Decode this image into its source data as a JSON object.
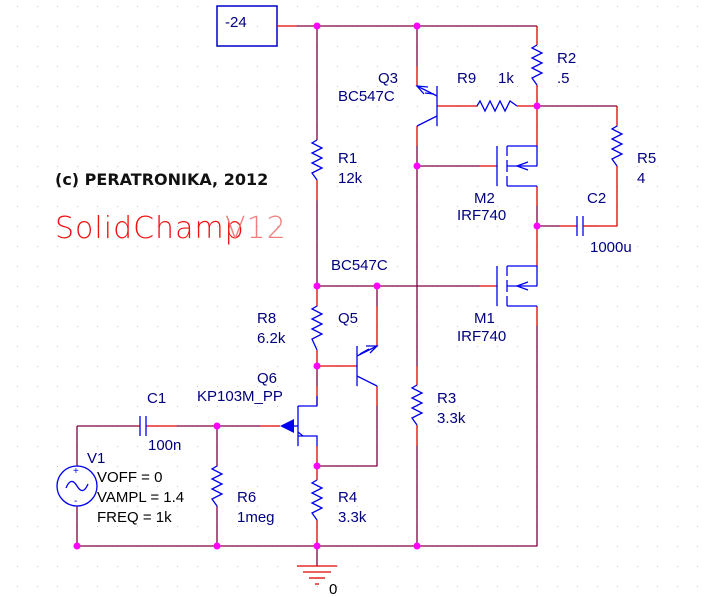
{
  "power_box": {
    "label": "-24"
  },
  "copyright": "(c) PERATRONIKA, 2012",
  "brand": {
    "name": "SolidChamp",
    "version": "V12"
  },
  "colors": {
    "wire": "#7f0040",
    "wire_stub": "#e00000",
    "component": "#0000ee",
    "label": "#00007f",
    "junction": "#ff00ff",
    "brand": "#ee1111",
    "grid_dot": "#c8c8c8"
  },
  "components": {
    "Q3": {
      "ref": "Q3",
      "value": "BC547C"
    },
    "R9": {
      "ref": "R9",
      "value": "1k"
    },
    "R2": {
      "ref": "R2",
      "value": ".5"
    },
    "R1": {
      "ref": "R1",
      "value": "12k"
    },
    "R5": {
      "ref": "R5",
      "value": "4"
    },
    "M2": {
      "ref": "M2",
      "value": "IRF740"
    },
    "C2": {
      "ref": "C2",
      "value": "1000u"
    },
    "Q5": {
      "ref": "Q5",
      "value": "BC547C"
    },
    "M1": {
      "ref": "M1",
      "value": "IRF740"
    },
    "R8": {
      "ref": "R8",
      "value": "6.2k"
    },
    "Q6": {
      "ref": "Q6",
      "value": "KP103M_PP"
    },
    "C1": {
      "ref": "C1",
      "value": "100n"
    },
    "R3": {
      "ref": "R3",
      "value": "3.3k"
    },
    "V1": {
      "ref": "V1",
      "params": [
        "VOFF = 0",
        "VAMPL = 1.4",
        "FREQ = 1k"
      ]
    },
    "R6": {
      "ref": "R6",
      "value": "1meg"
    },
    "R4": {
      "ref": "R4",
      "value": "3.3k"
    },
    "GND": {
      "label": "0"
    }
  }
}
